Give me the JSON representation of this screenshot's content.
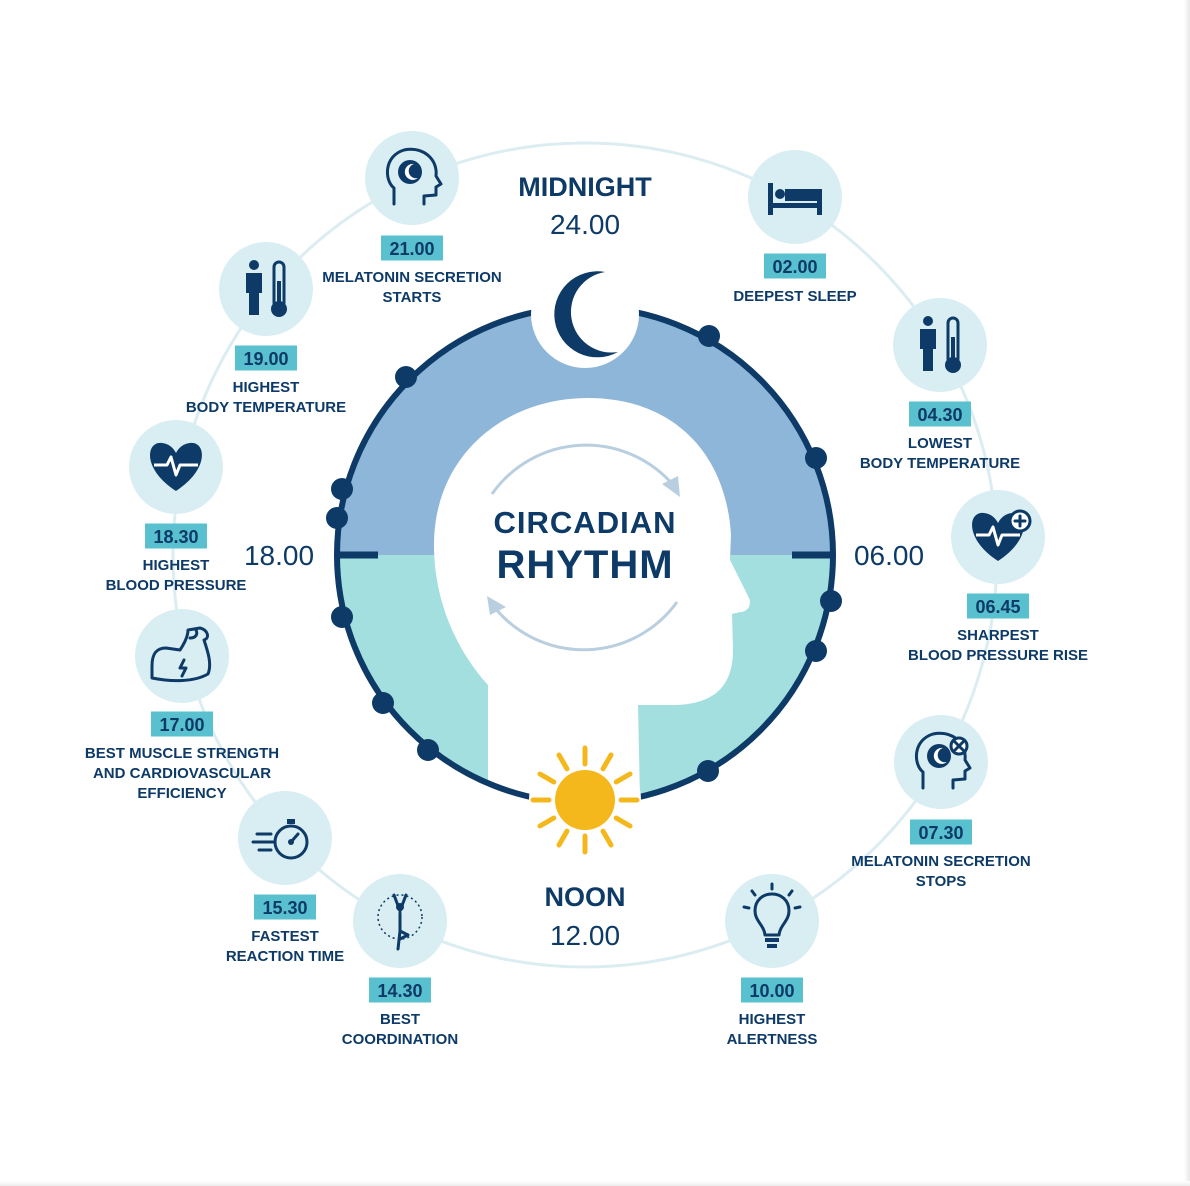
{
  "colors": {
    "navy": "#0d3a66",
    "night_fill": "#8eb6d9",
    "day_fill": "#a4dfe0",
    "icon_circle": "#d8eef2",
    "outer_ring": "#dcedf2",
    "time_badge": "#59c0cf",
    "sun": "#f5b81c",
    "arrows": "#b9cfe0"
  },
  "center": {
    "title_line1": "CIRCADIAN",
    "title_line2": "RHYTHM"
  },
  "midnight": {
    "label": "MIDNIGHT",
    "time": "24.00"
  },
  "noon": {
    "label": "NOON",
    "time": "12.00"
  },
  "left_time": "18.00",
  "right_time": "06.00",
  "events": [
    {
      "time": "21.00",
      "lines": [
        "MELATONIN SECRETION",
        "STARTS"
      ],
      "icon": "brain-moon-icon"
    },
    {
      "time": "02.00",
      "lines": [
        "DEEPEST SLEEP"
      ],
      "icon": "bed-icon"
    },
    {
      "time": "19.00",
      "lines": [
        "HIGHEST",
        "BODY TEMPERATURE"
      ],
      "icon": "person-thermometer-icon"
    },
    {
      "time": "04.30",
      "lines": [
        "LOWEST",
        "BODY TEMPERATURE"
      ],
      "icon": "person-thermometer-icon"
    },
    {
      "time": "18.30",
      "lines": [
        "HIGHEST",
        "BLOOD PRESSURE"
      ],
      "icon": "heart-pulse-icon"
    },
    {
      "time": "06.45",
      "lines": [
        "SHARPEST",
        "BLOOD PRESSURE RISE"
      ],
      "icon": "heart-plus-icon"
    },
    {
      "time": "17.00",
      "lines": [
        "BEST MUSCLE STRENGTH",
        "AND CARDIOVASCULAR",
        "EFFICIENCY"
      ],
      "icon": "muscle-arm-icon"
    },
    {
      "time": "07.30",
      "lines": [
        "MELATONIN SECRETION",
        "STOPS"
      ],
      "icon": "brain-stop-icon"
    },
    {
      "time": "15.30",
      "lines": [
        "FASTEST",
        "REACTION TIME"
      ],
      "icon": "stopwatch-icon"
    },
    {
      "time": "14.30",
      "lines": [
        "BEST",
        "COORDINATION"
      ],
      "icon": "yoga-balance-icon"
    },
    {
      "time": "10.00",
      "lines": [
        "HIGHEST",
        "ALERTNESS"
      ],
      "icon": "lightbulb-icon"
    }
  ]
}
